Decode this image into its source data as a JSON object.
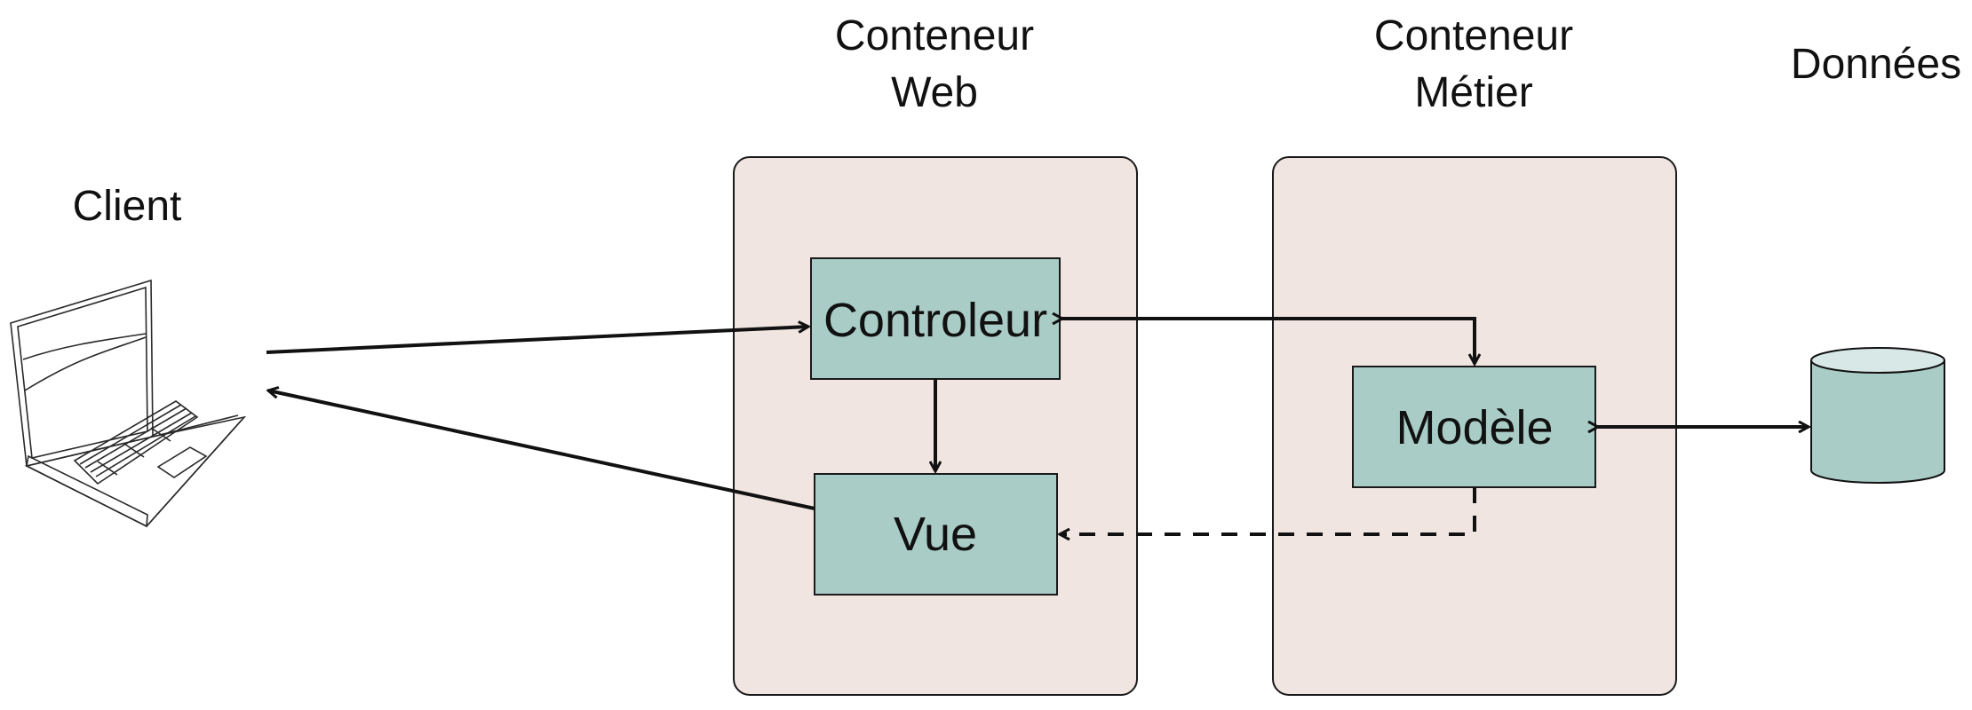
{
  "colors": {
    "container_fill": "#f0e5e0",
    "component_fill": "#a9ccc6",
    "db_top_fill": "#d7e8e6"
  },
  "columns": {
    "client": "Client",
    "web_line1": "Conteneur",
    "web_line2": "Web",
    "metier_line1": "Conteneur",
    "metier_line2": "Métier",
    "donnees": "Données"
  },
  "components": {
    "controleur": "Controleur",
    "vue": "Vue",
    "modele": "Modèle"
  },
  "icons": {
    "client": "laptop-icon",
    "data": "database-cylinder-icon"
  }
}
